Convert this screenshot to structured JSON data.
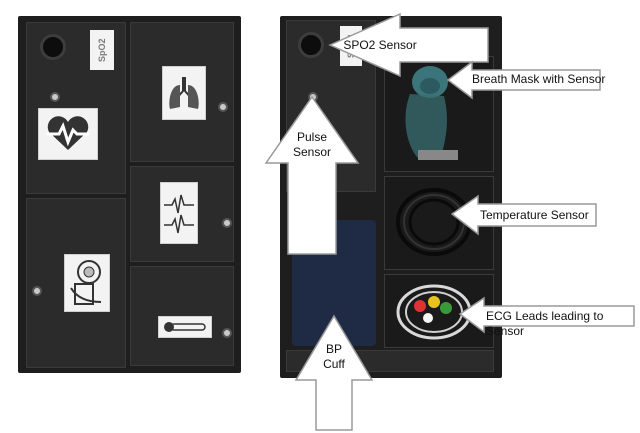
{
  "left_photo": {
    "spo2_sticker": "SpO2"
  },
  "right_photo": {
    "spo2_sticker": "SpO2"
  },
  "labels": {
    "spo2_sensor": "SPO2 Sensor",
    "breath_mask": "Breath Mask with Sensor",
    "pulse_sensor_line1": "Pulse",
    "pulse_sensor_line2": "Sensor",
    "temperature_sensor": "Temperature Sensor",
    "ecg_leads": "ECG Leads leading to Sensor",
    "bp_cuff_line1": "BP",
    "bp_cuff_line2": "Cuff"
  },
  "colors": {
    "box": "#1e1e1e",
    "panel": "#2b2b2b",
    "arrow_fill": "#ffffff",
    "arrow_stroke": "#9a9a9a",
    "cuff": "#1f2a44",
    "mask": "#3f7f86"
  }
}
